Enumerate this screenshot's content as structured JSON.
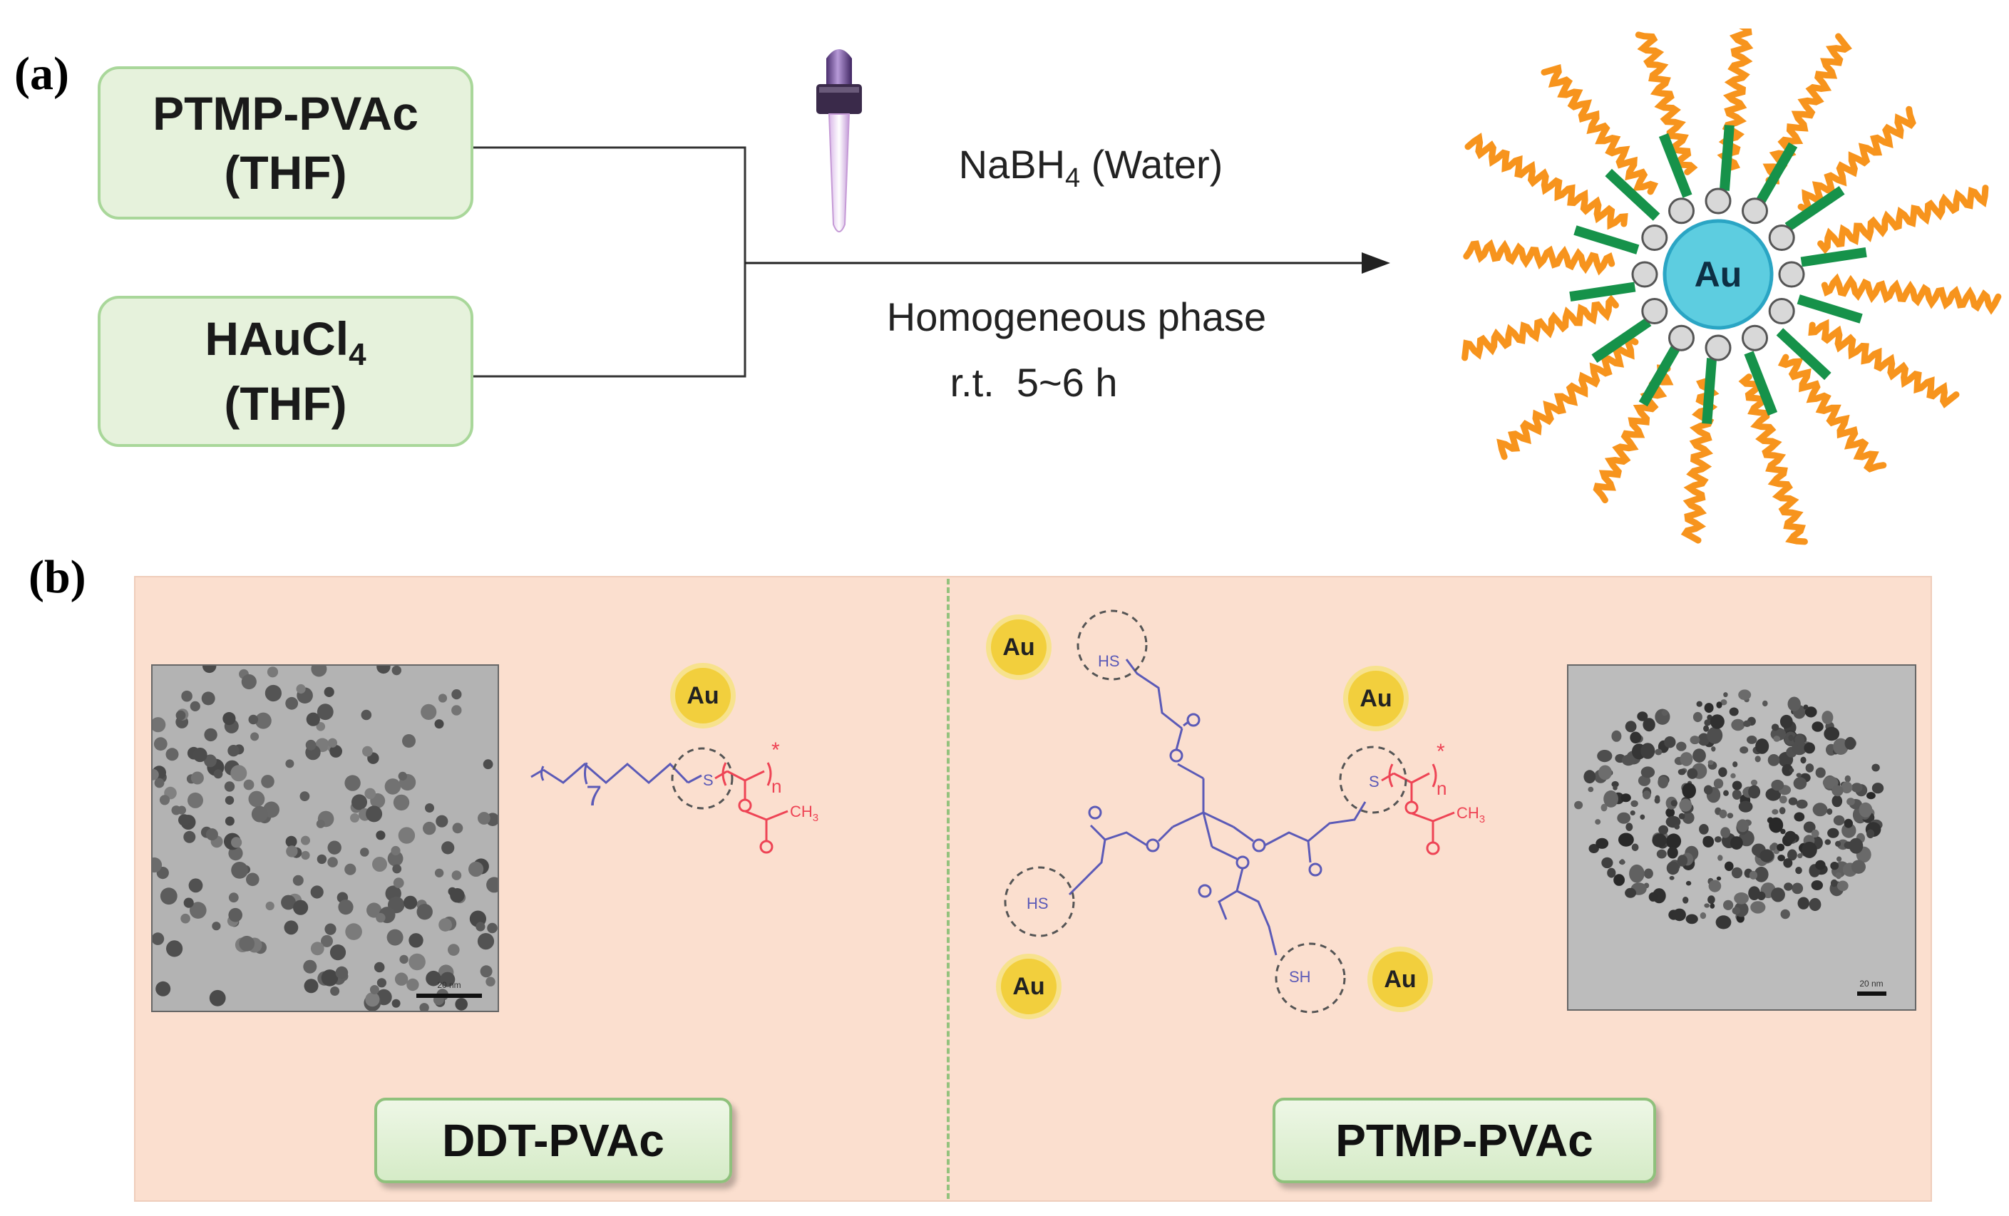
{
  "panel_a": {
    "label": "(a)",
    "box_top": {
      "line1": "PTMP-PVAc",
      "line2": "(THF)"
    },
    "box_bottom": {
      "line1_main": "HAuCl",
      "line1_sub": "4",
      "line2": "(THF)"
    },
    "reagent": {
      "main": "NaBH",
      "sub": "4",
      "tail": " (Water)"
    },
    "condition_line1": "Homogeneous phase",
    "condition_line2": "r.t.  5~6 h",
    "particle_label": "Au",
    "colors": {
      "box_fill": "#e6f2dc",
      "box_border": "#a9d79a",
      "au_core": "#5dcde0",
      "polymer_chain": "#f7941d",
      "ligand": "#16924a"
    }
  },
  "panel_b": {
    "label": "(b)",
    "left_name": "DDT-PVAc",
    "right_name": "PTMP-PVAc",
    "au_badge": "Au",
    "chem": {
      "repeat_7": "7",
      "repeat_n": "n",
      "sulfur": "S",
      "thiol_hs": "HS",
      "thiol_sh": "SH",
      "ch3": "CH",
      "ch3_sub": "3",
      "star": "*"
    },
    "scale_left": "20 nm",
    "scale_right": "20 nm",
    "colors": {
      "background": "#fbdfcf",
      "divider": "#93c27d",
      "structure": "#5b5ab7",
      "acetate": "#ee4455",
      "au_badge": "#f2cf3d"
    }
  }
}
